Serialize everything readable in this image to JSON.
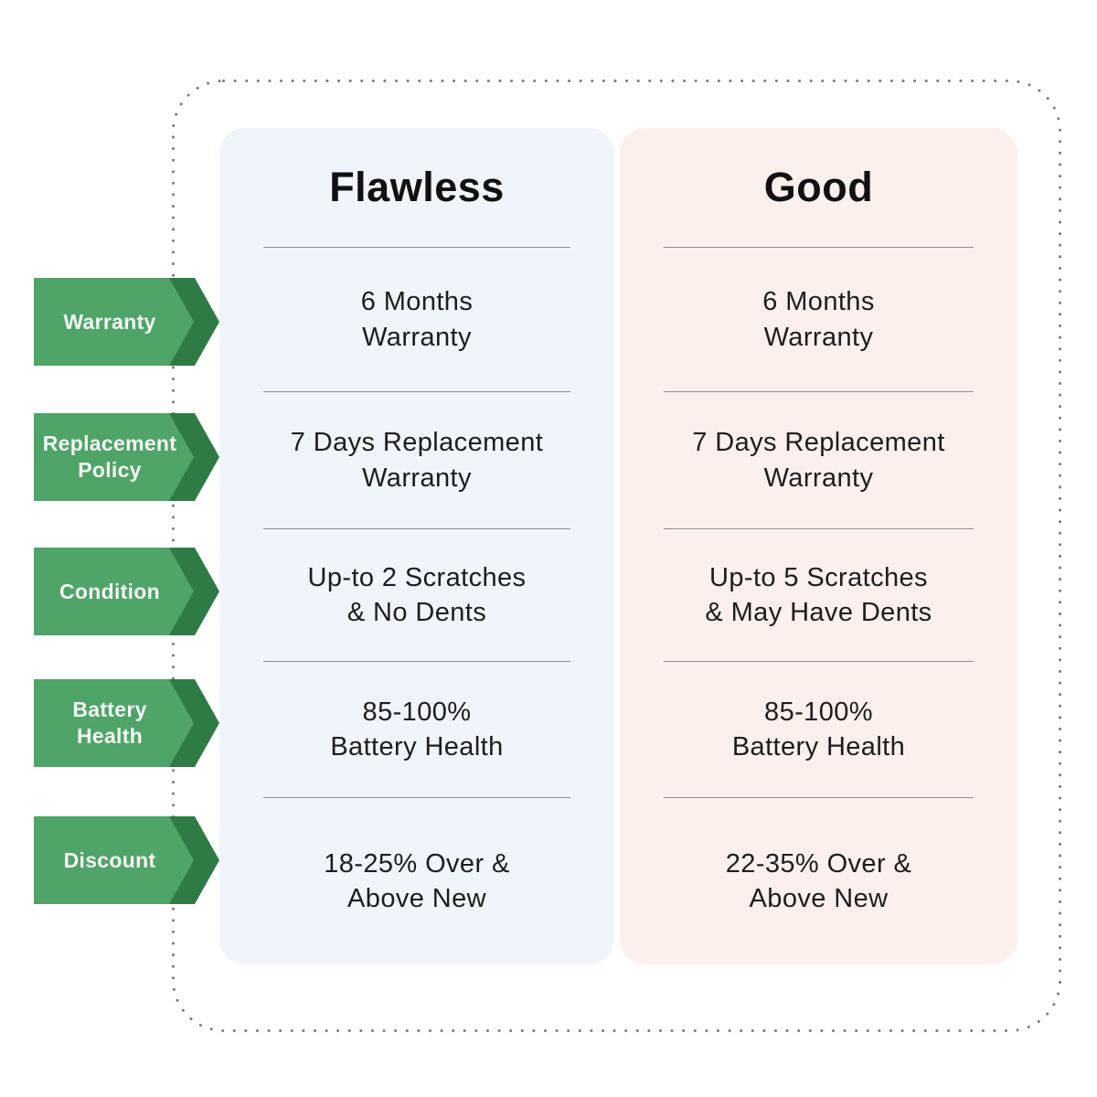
{
  "chart_data": {
    "type": "table",
    "columns": [
      "Flawless",
      "Good"
    ],
    "row_headers": [
      "Warranty",
      "Replacement Policy",
      "Condition",
      "Battery Health",
      "Discount"
    ],
    "cells": [
      [
        "6 Months Warranty",
        "6 Months Warranty"
      ],
      [
        "7 Days Replacement Warranty",
        "7 Days Replacement Warranty"
      ],
      [
        "Up-to 2 Scratches & No Dents",
        "Up-to 5 Scratches & May Have Dents"
      ],
      [
        "85-100% Battery Health",
        "85-100% Battery Health"
      ],
      [
        "18-25% Over & Above New",
        "22-35% Over & Above New"
      ]
    ],
    "legend_position": "none",
    "grid": "row-dividers"
  },
  "columns": [
    {
      "title": "Flawless",
      "rows": [
        {
          "line1": "6 Months",
          "line2": "Warranty"
        },
        {
          "line1": "7 Days Replacement",
          "line2": "Warranty"
        },
        {
          "line1": "Up-to 2 Scratches",
          "line2": "& No Dents"
        },
        {
          "line1": "85-100%",
          "line2": "Battery Health"
        },
        {
          "line1": "18-25% Over &",
          "line2": "Above New"
        }
      ]
    },
    {
      "title": "Good",
      "rows": [
        {
          "line1": "6 Months",
          "line2": "Warranty"
        },
        {
          "line1": "7 Days Replacement",
          "line2": "Warranty"
        },
        {
          "line1": "Up-to 5 Scratches",
          "line2": "& May Have Dents"
        },
        {
          "line1": "85-100%",
          "line2": "Battery Health"
        },
        {
          "line1": "22-35% Over &",
          "line2": "Above New"
        }
      ]
    }
  ],
  "labels": [
    "Warranty",
    "Replacement Policy",
    "Condition",
    "Battery Health",
    "Discount"
  ],
  "colors": {
    "flawless_bg": "#EFF5FB",
    "good_bg": "#FCF0ED",
    "arrow_green": "#4FA468",
    "arrow_dark_green": "#2E7B45",
    "dotted_border": "#7D7D7D",
    "divider": "#8F8F8F",
    "text": "#1D1D1D",
    "label_text": "#F4F8F4"
  }
}
